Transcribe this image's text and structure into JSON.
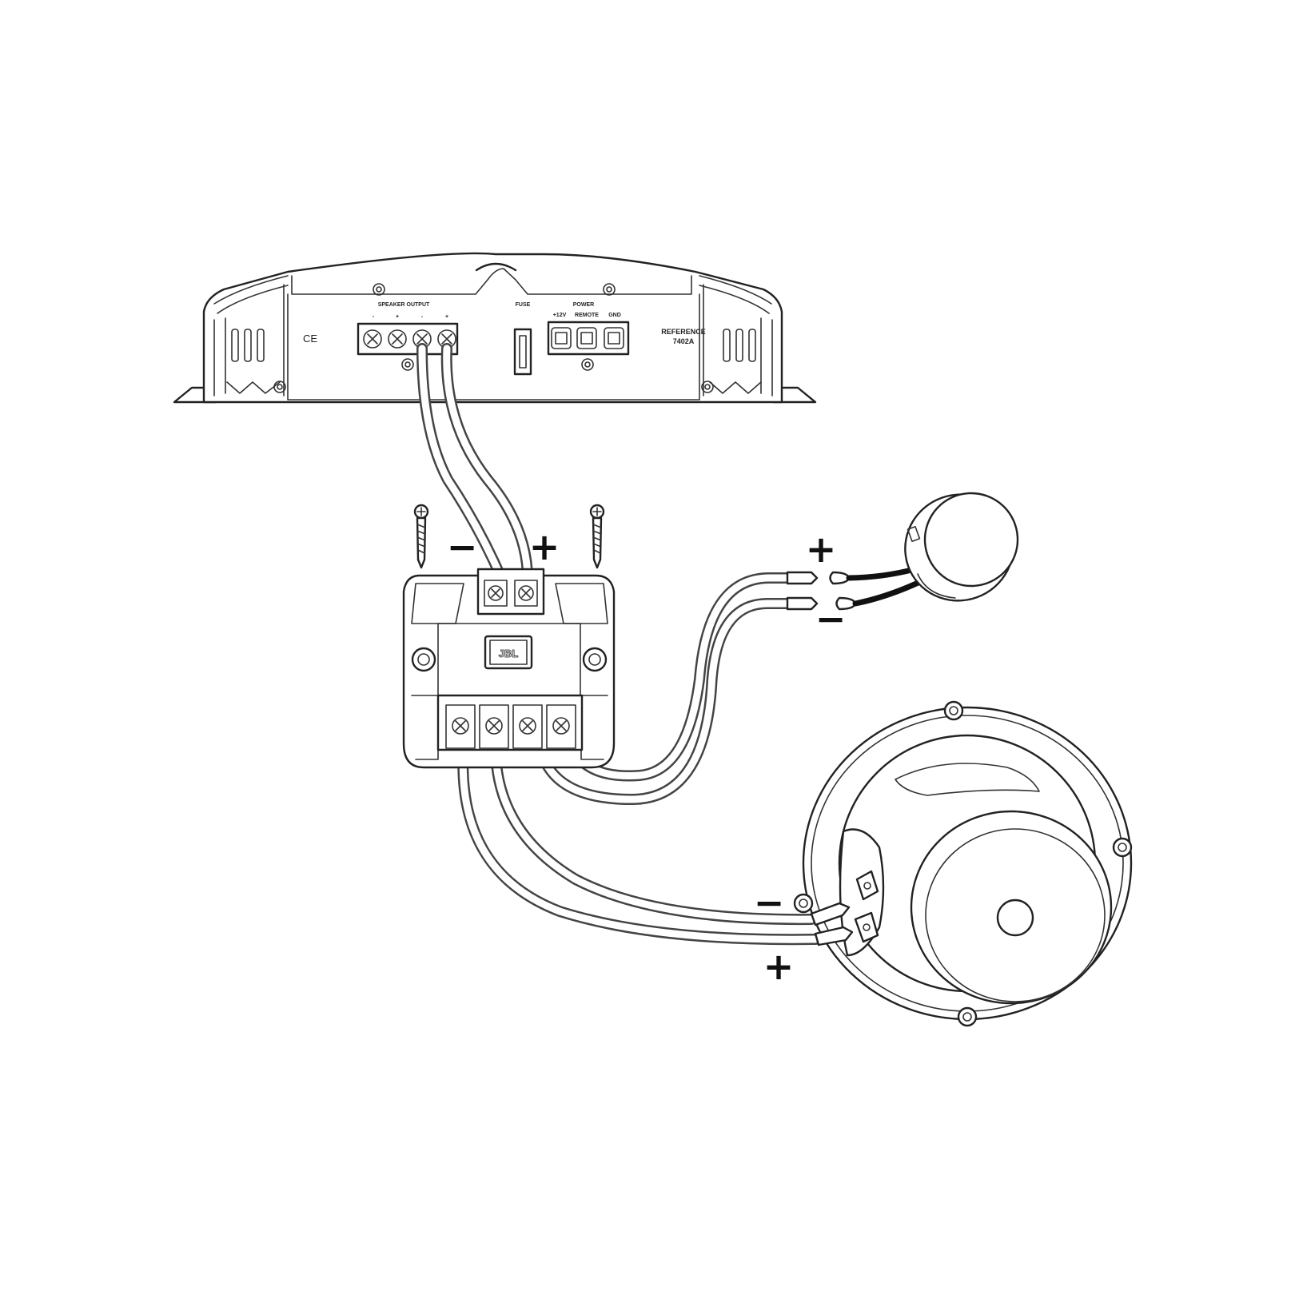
{
  "amplifier": {
    "speaker_output_label": "SPEAKER OUTPUT",
    "fuse_label": "FUSE",
    "power_label": "POWER",
    "power_terminals": [
      "+12V",
      "REMOTE",
      "GND"
    ],
    "ce_mark": "CE",
    "model_line1": "REFERENCE",
    "model_line2": "7402A",
    "terminal_polarity": [
      "-",
      "+",
      "-",
      "+"
    ]
  },
  "crossover": {
    "logo": "JBL"
  },
  "signs": {
    "input_minus": "−",
    "input_plus": "+",
    "tweeter_plus": "+",
    "tweeter_minus": "−",
    "woofer_minus": "−",
    "woofer_plus": "+"
  }
}
